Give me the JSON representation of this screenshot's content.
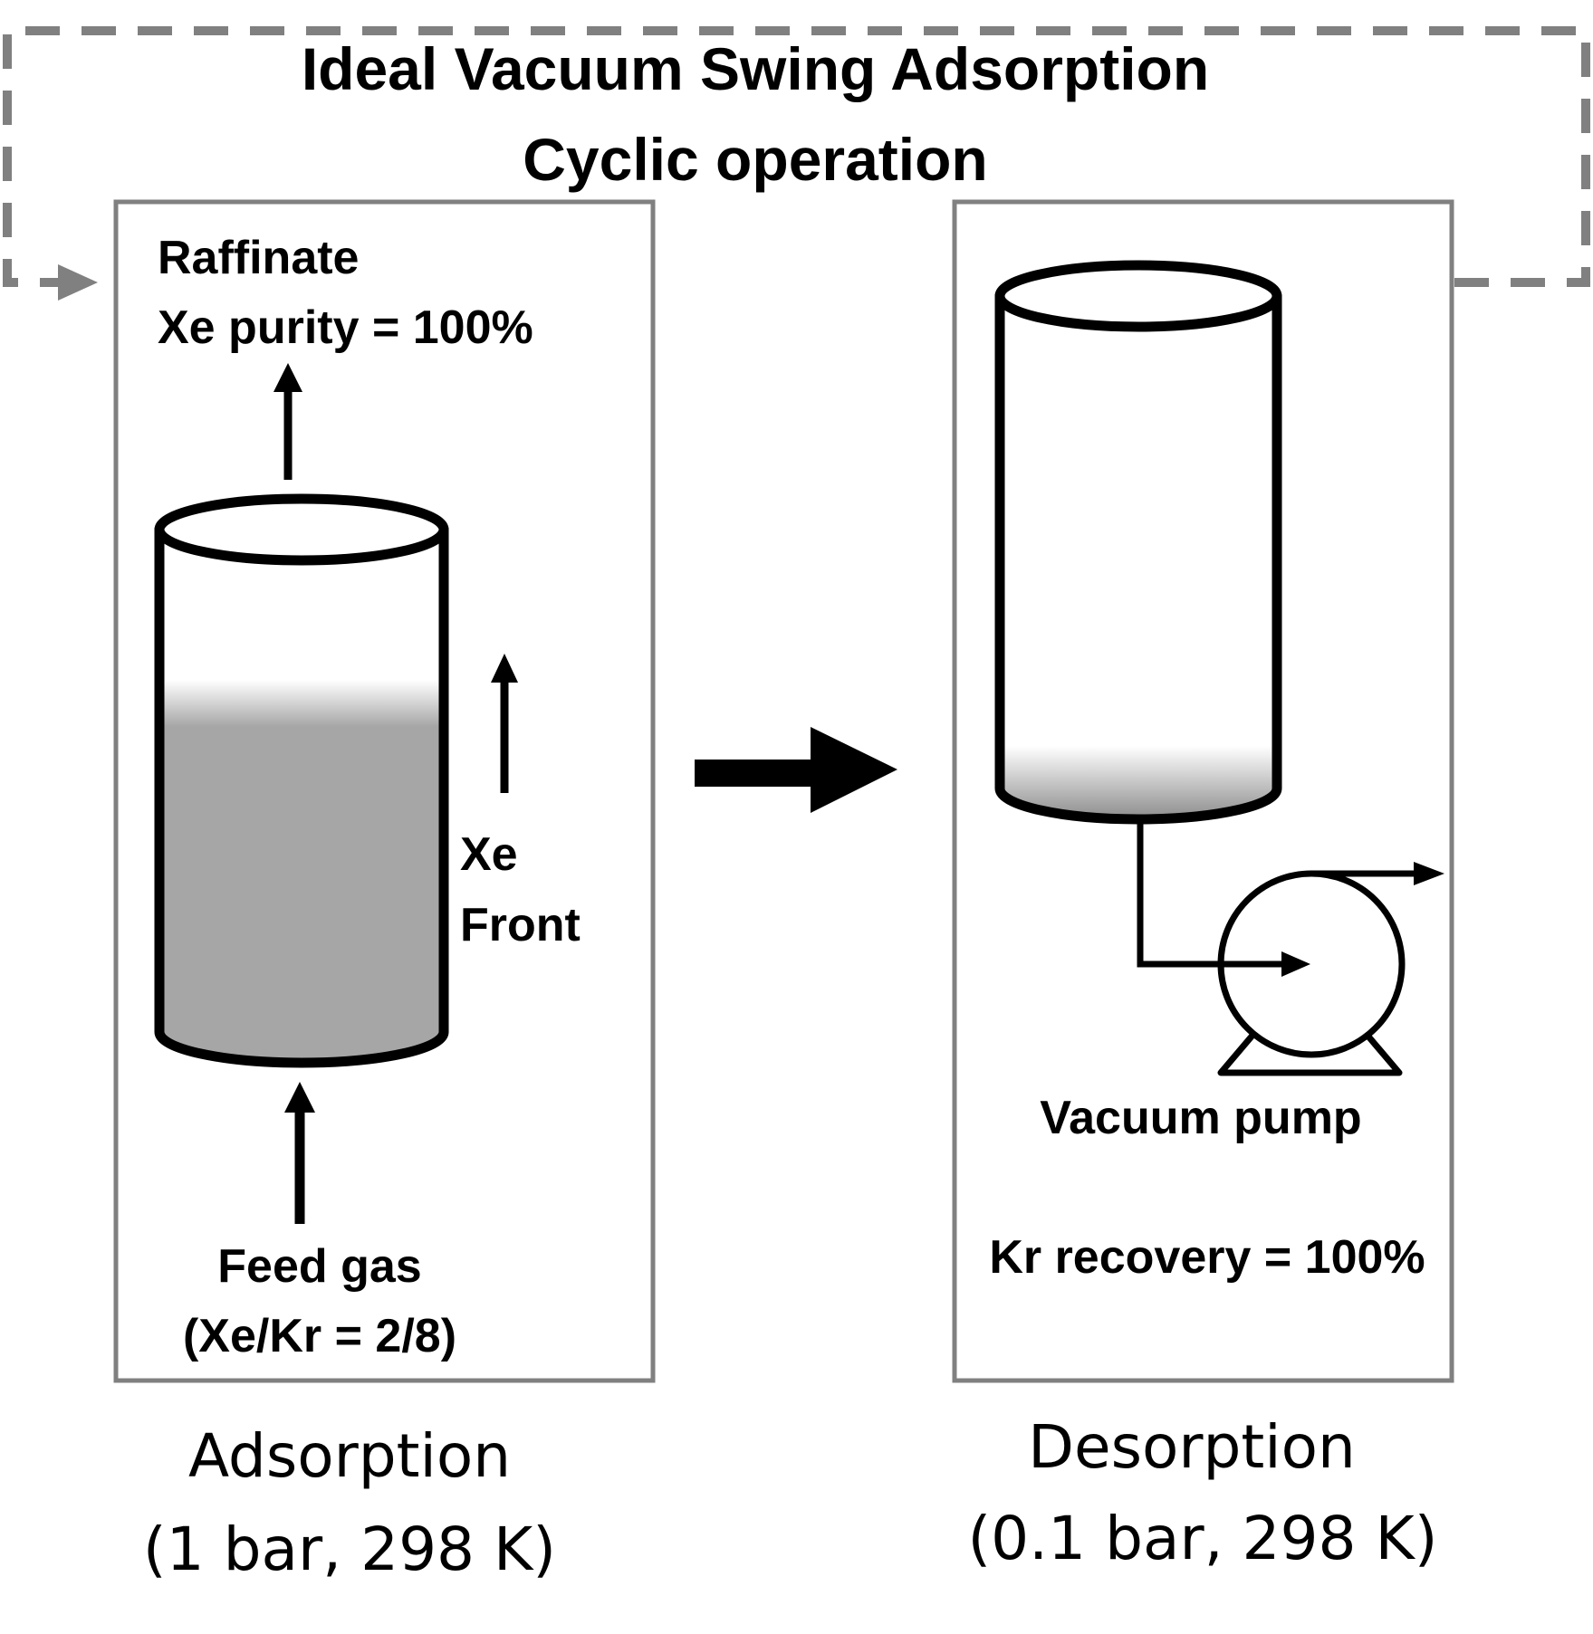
{
  "title": {
    "line1": "Ideal Vacuum Swing Adsorption",
    "line2": "Cyclic operation"
  },
  "adsorption": {
    "raffinate_label": "Raffinate",
    "purity_label": "Xe purity = 100%",
    "front_label_line1": "Xe",
    "front_label_line2": "Front",
    "feed_label_line1": "Feed gas",
    "feed_label_line2": "(Xe/Kr = 2/8)",
    "caption_line1": "Adsorption",
    "caption_line2": "(1 bar, 298 K)"
  },
  "desorption": {
    "pump_label": "Vacuum pump",
    "recovery_label": "Kr recovery = 100%",
    "caption_line1": "Desorption",
    "caption_line2": "(0.1 bar, 298 K)"
  },
  "colors": {
    "line": "#000000",
    "frame": "#808080",
    "adsorbed_gas": "#a6a6a6",
    "background": "#ffffff"
  }
}
